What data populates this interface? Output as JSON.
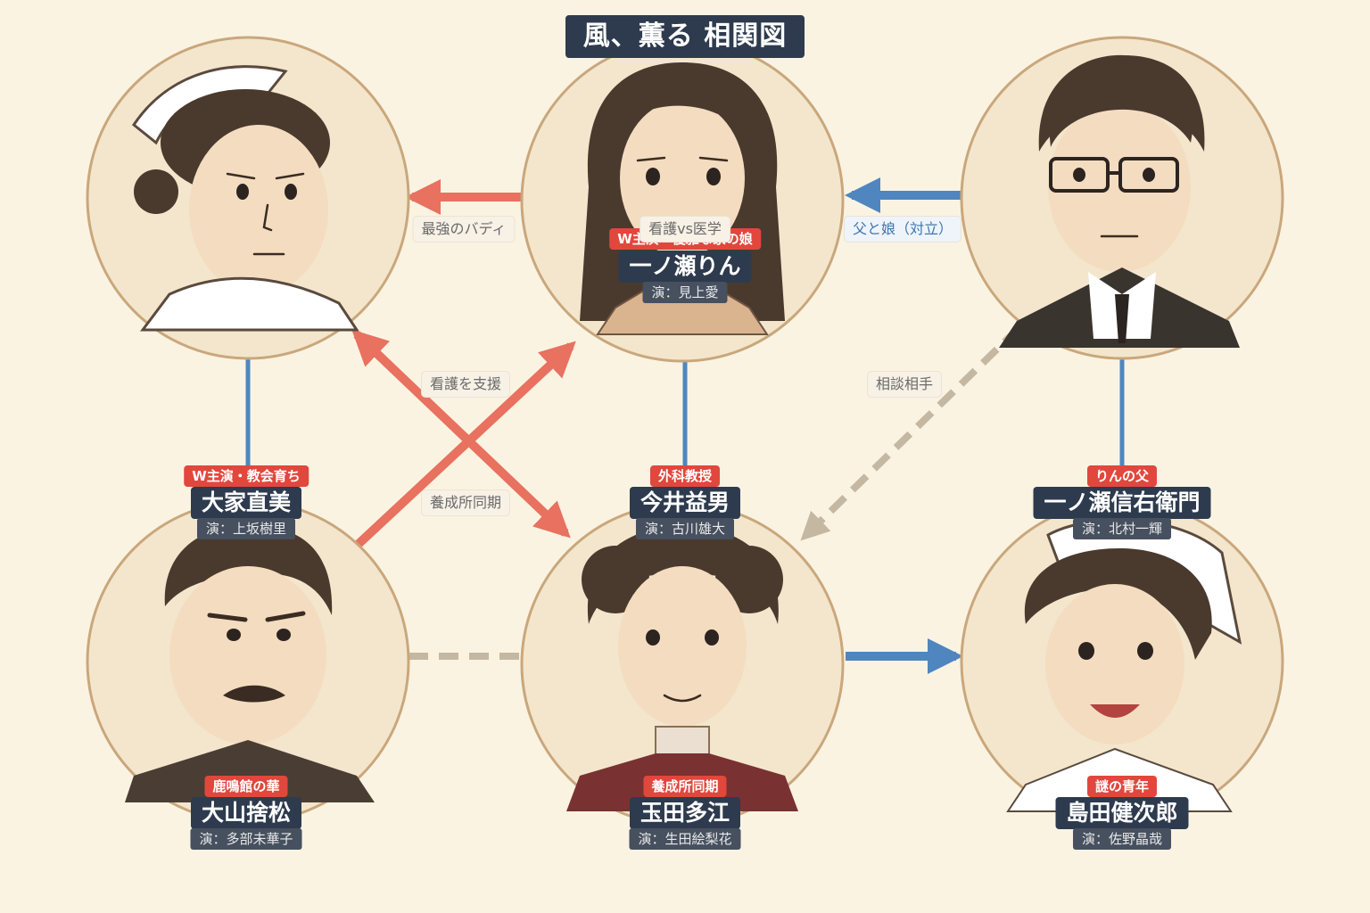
{
  "title": "風、薫る 相関図",
  "colors": {
    "background": "#fbf3e2",
    "title_bg": "#2e3b4e",
    "tag_red": "#e1473d",
    "arrow_red": "#e8715f",
    "arrow_blue": "#4f86bf",
    "arrow_gray": "#c4b8a2"
  },
  "characters": [
    {
      "id": "rin",
      "tag": "W主演・優雅な家の娘",
      "name": "一ノ瀬りん",
      "actor": "演：見上愛"
    },
    {
      "id": "naomi",
      "tag": "W主演・教会育ち",
      "name": "大家直美",
      "actor": "演：上坂樹里"
    },
    {
      "id": "imai",
      "tag": "外科教授",
      "name": "今井益男",
      "actor": "演：古川雄大"
    },
    {
      "id": "father",
      "tag": "りんの父",
      "name": "一ノ瀬信右衛門",
      "actor": "演：北村一輝"
    },
    {
      "id": "oyama",
      "tag": "鹿鳴館の華",
      "name": "大山捨松",
      "actor": "演：多部未華子"
    },
    {
      "id": "tamada",
      "tag": "養成所同期",
      "name": "玉田多江",
      "actor": "演：生田絵梨花"
    },
    {
      "id": "shimada",
      "tag": "謎の青年",
      "name": "島田健次郎",
      "actor": "演：佐野晶哉"
    }
  ],
  "relations": [
    {
      "label": "最強のバディ"
    },
    {
      "label": "看護vs医学"
    },
    {
      "label": "父と娘（対立）"
    },
    {
      "label": "看護を支援"
    },
    {
      "label": "養成所同期"
    },
    {
      "label": "相談相手"
    }
  ]
}
